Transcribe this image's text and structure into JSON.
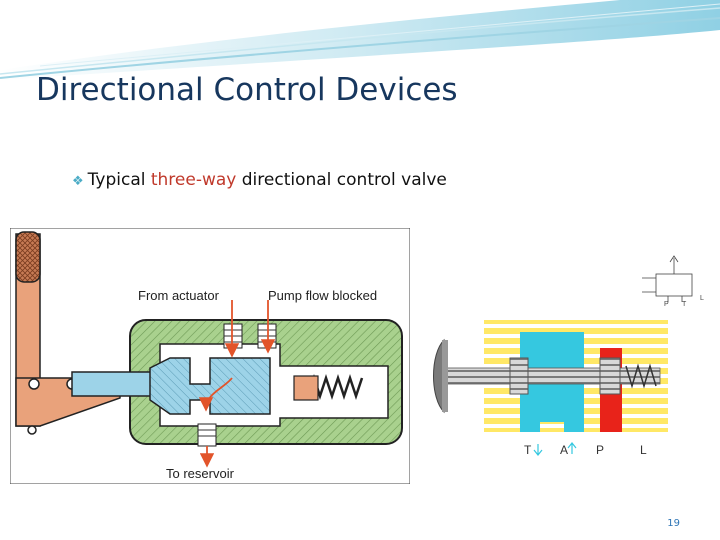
{
  "slide": {
    "title": "Directional Control Devices",
    "bullet_prefix": "Typical ",
    "bullet_highlight": "three-way",
    "bullet_suffix": " directional control valve",
    "page_number": "19"
  },
  "left_diagram": {
    "label_from_actuator": "From actuator",
    "label_pump_blocked": "Pump flow blocked",
    "label_to_reservoir": "To reservoir"
  },
  "right_diagram": {
    "port_t": "T",
    "port_a": "A",
    "port_p": "P",
    "port_l": "L",
    "symbol_p": "P",
    "symbol_t": "T",
    "symbol_l": "L"
  },
  "colors": {
    "title": "#17375e",
    "highlight": "#c0392b",
    "body_green": "#a9d18e",
    "fluid_blue": "#9dd3e8",
    "handle_orange": "#e9a27b",
    "pressure_red": "#e8231a",
    "cyan_fluid": "#35c8e0",
    "yellow_body": "#ffe866"
  }
}
